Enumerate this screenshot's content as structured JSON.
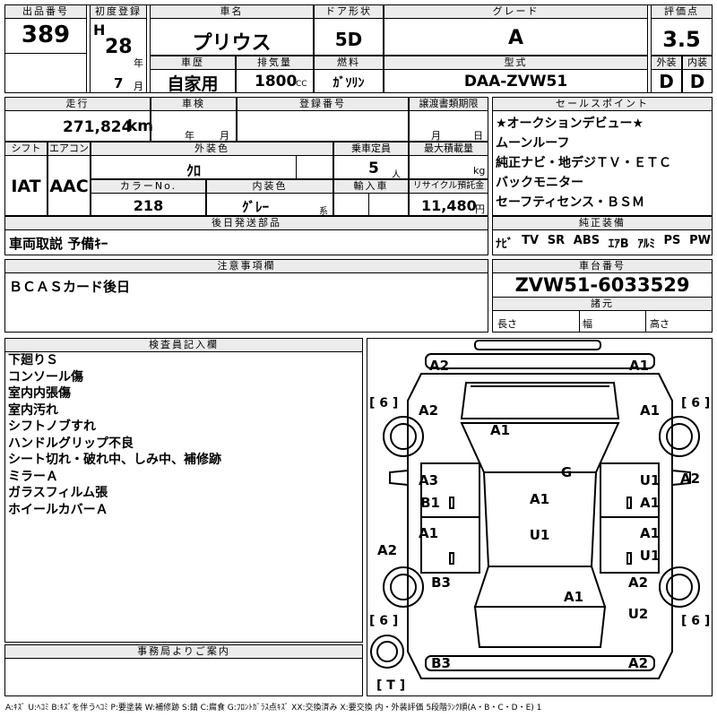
{
  "top": {
    "lot_label": "出品番号",
    "lot": "389",
    "reg_label": "初度登録",
    "era": "H",
    "year": "28",
    "year_unit": "年",
    "month": "7",
    "month_unit": "月",
    "name_label": "車名",
    "name": "プリウス",
    "door_label": "ドア形状",
    "door": "5D",
    "grade_label": "グレード",
    "grade": "A",
    "score_label": "評価点",
    "score": "3.5",
    "ext_label": "外装",
    "ext": "D",
    "int_label": "内装",
    "int": "D",
    "history_label": "車歴",
    "history": "自家用",
    "cc_label": "排気量",
    "cc": "1800",
    "cc_unit": "CC",
    "fuel_label": "燃料",
    "fuel": "ｶﾞｿﾘﾝ",
    "model_label": "型式",
    "model": "DAA-ZVW51"
  },
  "mid": {
    "km_label": "走行",
    "km": "271,824",
    "km_unit": "km",
    "shaken_label": "車検",
    "shaken_year": "年",
    "shaken_month": "月",
    "plate_label": "登録番号",
    "transfer_label": "譲渡書類期限",
    "transfer_month": "月",
    "transfer_day": "日",
    "shift_label": "シフト",
    "shift": "IAT",
    "ac_label": "エアコン",
    "ac": "AAC",
    "color_label": "外装色",
    "color": "ｸﾛ",
    "capacity_label": "乗車定員",
    "capacity": "5",
    "capacity_unit": "人",
    "load_label": "最大積載量",
    "load_unit": "kg",
    "colorno_label": "カラーNo.",
    "colorno": "218",
    "intcolor_label": "内装色",
    "intcolor": "ｸﾞﾚｰ",
    "intcolor_unit": "系",
    "import_label": "輸入車",
    "recycle_label": "リサイクル預託金",
    "recycle": "11,480",
    "recycle_unit": "円",
    "later_label": "後日発送部品",
    "later": "車両取説 予備ｷｰ"
  },
  "sales": {
    "label": "セールスポイント",
    "lines": [
      "★オークションデビュー★",
      "ムーンルーフ",
      "純正ナビ・地デジＴＶ・ＥＴＣ",
      "バックモニター",
      "セーフティセンス・ＢＳＭ"
    ]
  },
  "equip": {
    "label": "純正装備",
    "items": [
      "ﾅﾋﾞ",
      "TV",
      "SR",
      "ABS",
      "ｴｱB",
      "ｱﾙﾐ",
      "PS",
      "PW"
    ]
  },
  "notes": {
    "label": "注意事項欄",
    "text": "ＢＣＡＳカード後日"
  },
  "chassis": {
    "label": "車台番号",
    "value": "ZVW51-6033529",
    "spec_label": "諸元",
    "len": "長さ",
    "wid": "幅",
    "hgt": "高さ"
  },
  "inspector": {
    "label": "検査員記入欄",
    "lines": [
      "下廻りＳ",
      "コンソール傷",
      "室内内張傷",
      "室内汚れ",
      "シフトノブすれ",
      "ハンドルグリップ不良",
      "シート切れ・破れ中、しみ中、補修跡",
      "ミラーＡ",
      "ガラスフィルム張",
      "ホイールカバーＡ"
    ]
  },
  "office": {
    "label": "事務局よりご案内"
  },
  "diagram": {
    "tire": "[ 6 ]",
    "spare": "[ T ]",
    "grades": {
      "a2_fl": "A2",
      "a1_fr": "A1",
      "a2_l": "A2",
      "a1_r": "A1",
      "a1_hood": "A1",
      "g": "G",
      "a3": "A3",
      "b1_l": "B1",
      "a1_mid": "A1",
      "u1_r1": "U1",
      "a1_r2": "A1",
      "a2_rr": "A2",
      "a1_l2": "A1",
      "u1_roof": "U1",
      "a1_r3": "A1",
      "u1_r2": "U1",
      "a2_lrear": "A2",
      "b3_l": "B3",
      "a1_trunk": "A1",
      "a2_r4": "A2",
      "u2": "U2",
      "b3_rl": "B3",
      "a2_rrb": "A2"
    }
  },
  "footer": "A:ｷｽﾞ U:ﾍｺﾐ B:ｷｽﾞを伴うﾍｺﾐ P:要塗装 W:補修跡 S:錆 C:腐食 G:ﾌﾛﾝﾄｶﾞﾗｽ点ｷｽﾞ XX:交換済み X:要交換 内・外装評価 5段階ﾗﾝｸ順(A・B・C・D・E) 1"
}
